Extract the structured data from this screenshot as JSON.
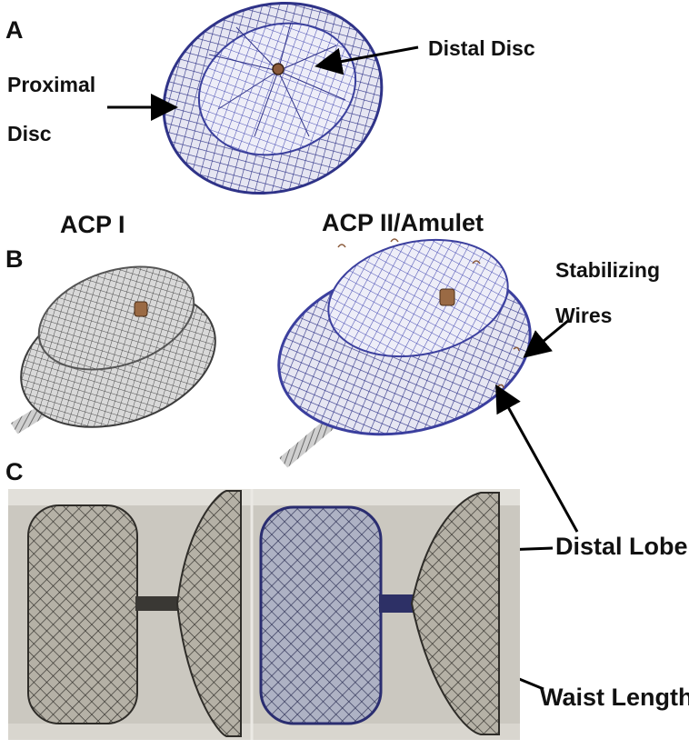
{
  "panels": {
    "a": {
      "letter": "A",
      "proximal_line1": "Proximal",
      "proximal_line2": "Disc",
      "distal": "Distal Disc"
    },
    "b": {
      "letter": "B",
      "device1": "ACP I",
      "device2": "ACP II/Amulet",
      "stabilizing_line1": "Stabilizing",
      "stabilizing_line2": "Wires"
    },
    "c": {
      "letter": "C",
      "distal_lobe": "Distal Lobe",
      "waist_length": "Waist Length"
    }
  },
  "colors": {
    "mesh_blue": "#3b3f9e",
    "mesh_gray": "#5a5a5a",
    "photo_bg": "#cfccc5"
  }
}
